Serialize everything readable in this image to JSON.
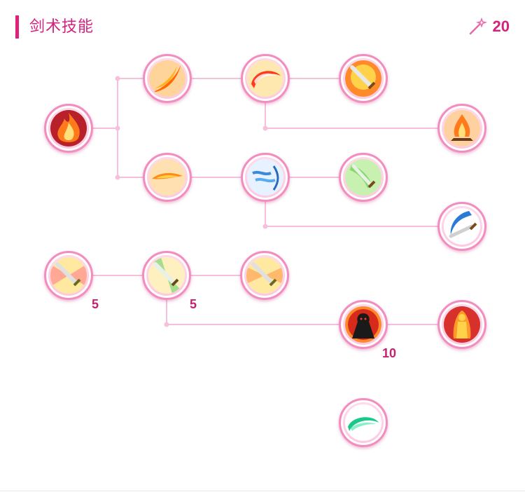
{
  "header": {
    "title": "剑术技能",
    "points": "20",
    "accent": "#e0207a"
  },
  "nodes": [
    {
      "id": "flame-aura",
      "icon": "flame-aura-icon"
    },
    {
      "id": "fire-slash",
      "icon": "fire-slash-icon"
    },
    {
      "id": "crescent-slash",
      "icon": "crescent-slash-icon"
    },
    {
      "id": "blazing-sword",
      "icon": "blazing-sword-icon"
    },
    {
      "id": "fire-burst",
      "icon": "fire-burst-icon"
    },
    {
      "id": "flame-thrust",
      "icon": "flame-thrust-icon"
    },
    {
      "id": "wind-wave",
      "icon": "wind-wave-icon"
    },
    {
      "id": "wind-sword",
      "icon": "wind-sword-icon"
    },
    {
      "id": "ice-crescent-blade",
      "icon": "ice-crescent-blade-icon"
    },
    {
      "id": "sword-mastery",
      "icon": "sword-mastery-icon",
      "level": "5"
    },
    {
      "id": "sword-combo",
      "icon": "sword-combo-icon",
      "level": "5"
    },
    {
      "id": "sword-strike",
      "icon": "sword-strike-icon"
    },
    {
      "id": "dark-cloak",
      "icon": "dark-cloak-icon",
      "level": "10"
    },
    {
      "id": "golden-aura",
      "icon": "golden-aura-icon"
    },
    {
      "id": "emerald-crescent",
      "icon": "emerald-crescent-icon"
    }
  ]
}
